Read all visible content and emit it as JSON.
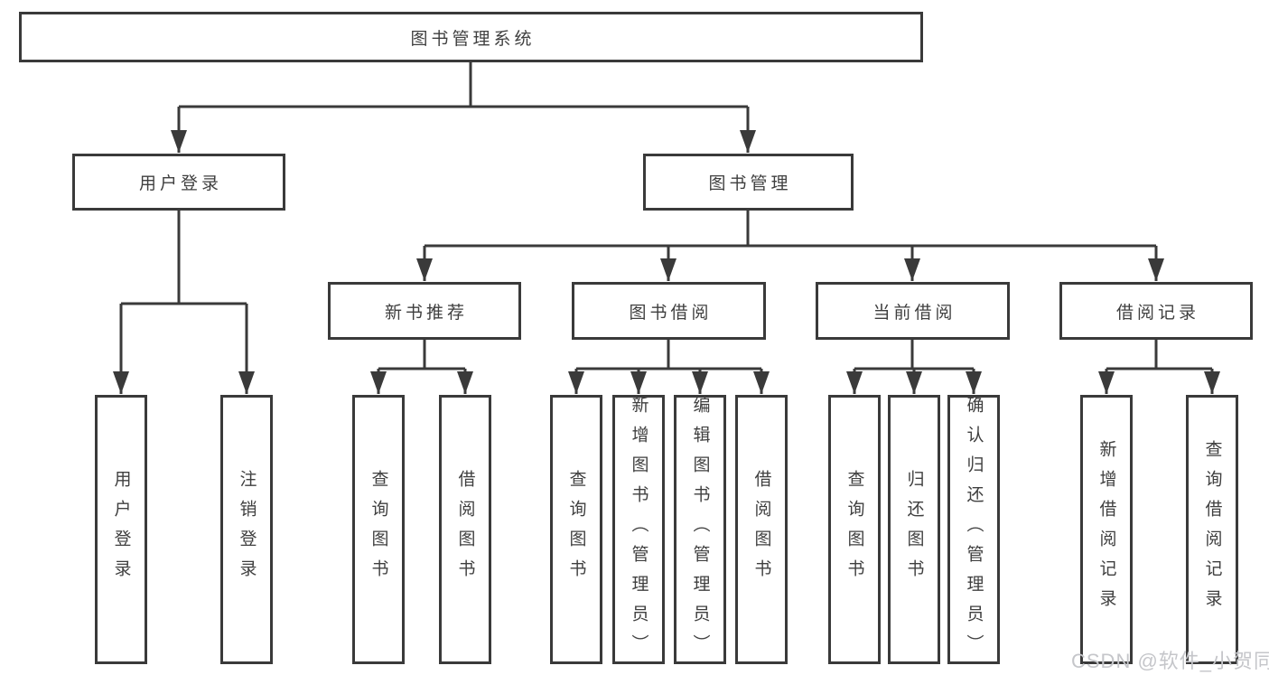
{
  "nodes": {
    "root": "图书管理系统",
    "user_login": "用户登录",
    "book_management": "图书管理",
    "new_book_recommend": "新书推荐",
    "book_borrow": "图书借阅",
    "current_borrow": "当前借阅",
    "borrow_records": "借阅记录"
  },
  "leaves": {
    "user_login": [
      "用户登录",
      "注销登录"
    ],
    "new_book_recommend": [
      "查询图书",
      "借阅图书"
    ],
    "book_borrow": [
      "查询图书",
      "新增图书（管理员）",
      "编辑图书（管理员）",
      "借阅图书"
    ],
    "current_borrow": [
      "查询图书",
      "归还图书",
      "确认归还（管理员）"
    ],
    "borrow_records": [
      "新增借阅记录",
      "查询借阅记录"
    ]
  },
  "watermark": "CSDN @软件_小贺同学",
  "colors": {
    "line": "#3a3a3a",
    "text": "#3f3f3f",
    "watermark": "#c5c6ca",
    "background": "#ffffff"
  }
}
